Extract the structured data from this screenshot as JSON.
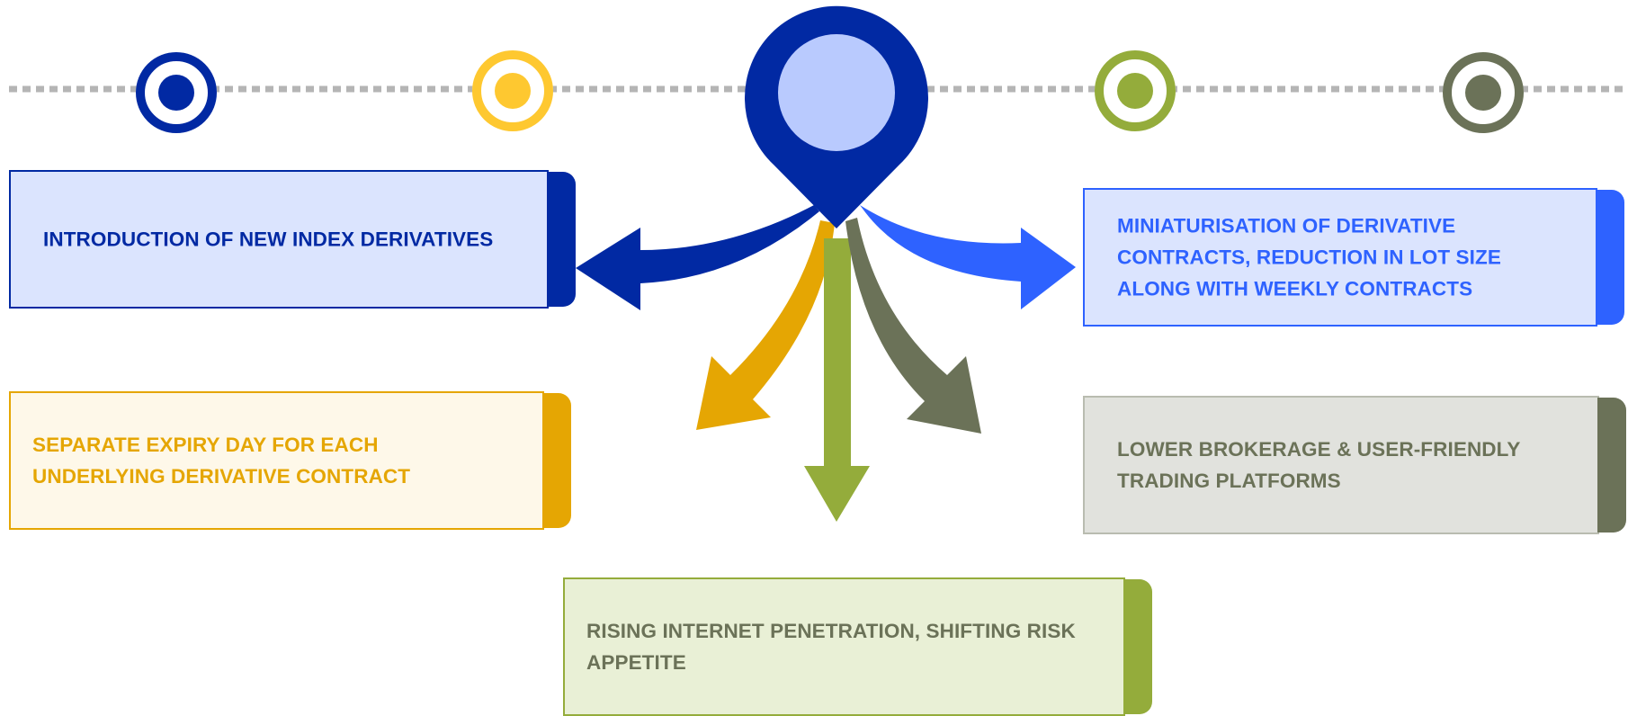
{
  "colors": {
    "navy": "#0129a3",
    "pin_inner": "#b9cafe",
    "yellow": "#fec830",
    "mustard": "#e5a603",
    "green": "#94ac3b",
    "olive": "#6b7258",
    "blue": "#2e62ff",
    "dots": "#b5b5b5"
  },
  "boxes": {
    "index_derivatives": "INTRODUCTION OF NEW INDEX DERIVATIVES",
    "miniaturisation": "MINIATURISATION OF DERIVATIVE CONTRACTS, REDUCTION IN LOT SIZE ALONG WITH WEEKLY CONTRACTS",
    "separate_expiry": "SEPARATE EXPIRY DAY FOR EACH UNDERLYING DERIVATIVE CONTRACT",
    "lower_brokerage": "LOWER BROKERAGE & USER-FRIENDLY TRADING PLATFORMS",
    "internet_penetration": "RISING INTERNET PENETRATION, SHIFTING RISK APPETITE"
  }
}
